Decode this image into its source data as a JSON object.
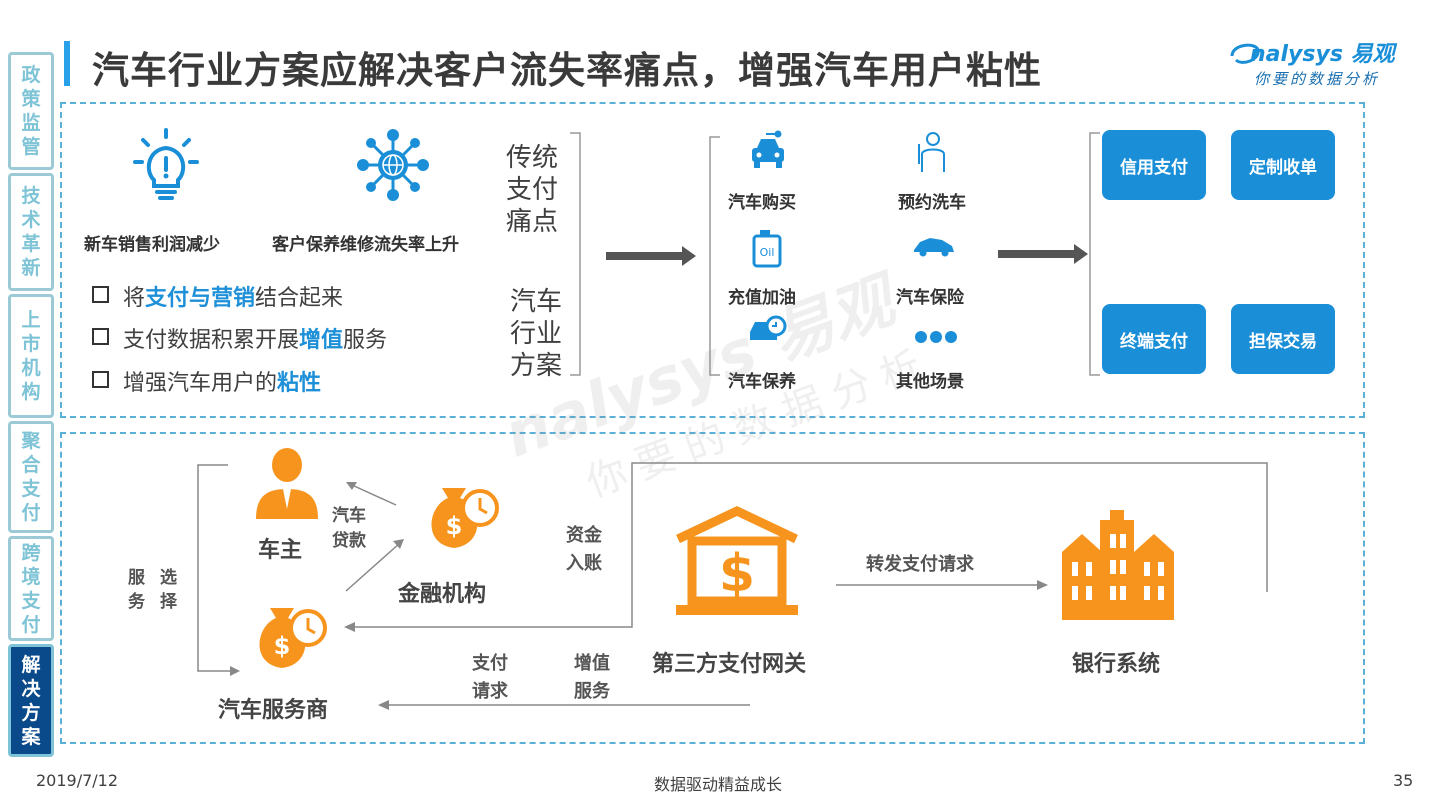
{
  "header": {
    "title": "汽车行业方案应解决客户流失率痛点，增强汽车用户粘性",
    "logo_brand": "nalysys 易观",
    "logo_tagline": "你要的数据分析"
  },
  "nav": {
    "items": [
      {
        "label": "政策监管",
        "active": false
      },
      {
        "label": "技术革新",
        "active": false
      },
      {
        "label": "上市机构",
        "active": false
      },
      {
        "label": "聚合支付",
        "active": false
      },
      {
        "label": "跨境支付",
        "active": false
      },
      {
        "label": "解决方案",
        "active": true
      }
    ]
  },
  "top": {
    "pain1": "新车销售利润减少",
    "pain2": "客户保养维修流失率上升",
    "bullets": [
      {
        "pre": "将",
        "hl": "支付与营销",
        "post": "结合起来"
      },
      {
        "pre": "支付数据积累开展",
        "hl": "增值",
        "post": "服务"
      },
      {
        "pre": "增强汽车用户的",
        "hl": "粘性",
        "post": ""
      }
    ],
    "vert1": "传统支付痛点",
    "vert2": "汽车行业方案",
    "scenes": [
      "汽车购买",
      "预约洗车",
      "充值加油",
      "汽车保险",
      "汽车保养",
      "其他场景"
    ],
    "buttons": [
      "信用支付",
      "定制收单",
      "终端支付",
      "担保交易"
    ]
  },
  "bottom": {
    "car_owner": "车主",
    "loan": "汽车贷款",
    "finance": "金融机构",
    "select_service": [
      "选择",
      "服务"
    ],
    "service_provider": "汽车服务商",
    "fund_entry": "资金入账",
    "gateway": "第三方支付网关",
    "forward": "转发支付请求",
    "bank": "银行系统",
    "pay_request": "支付请求",
    "value_added": "增值服务"
  },
  "footer": {
    "date": "2019/7/12",
    "center": "数据驱动精益成长",
    "page": "35"
  },
  "watermark": {
    "brand": "nalysys 易观",
    "tagline": "你要的数据分析"
  },
  "colors": {
    "blue": "#1a8fd8",
    "orange": "#f7941d",
    "nav_active": "#0b4a8a",
    "nav_border": "#9bc9d6"
  }
}
